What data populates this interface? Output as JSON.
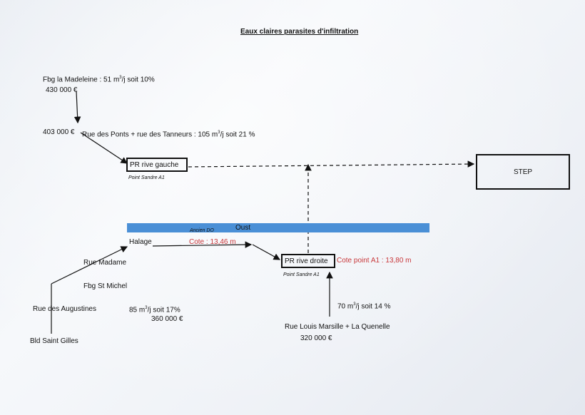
{
  "title": "Eaux claires parasites d'infiltration",
  "left_branch": {
    "source1_label": "Fbg la Madeleine : 51 m",
    "source1_sup": "3",
    "source1_rest": "/j soit 10%",
    "source1_cost": "430 000 €",
    "source2_cost": "403 000 €",
    "source2_label": "Rue des Ponts + rue des Tanneurs : 105 m",
    "source2_sup": "3",
    "source2_rest": "/j soit 21 %"
  },
  "pr_gauche": {
    "label": "PR rive gauche",
    "sub": "Point Sandre A1"
  },
  "step": {
    "label": "STEP"
  },
  "river": {
    "ancien": "Ancien DO",
    "name": "Oust"
  },
  "halage": {
    "label": "Halage",
    "cote": "Cote : 13,46 m"
  },
  "pr_droite": {
    "label": "PR rive droite",
    "sub": "Point Sandre A1",
    "cote": "Cote point A1 : 13,80 m"
  },
  "lower_left": {
    "rue_madame": "Rue Madame",
    "fbg_st_michel": "Fbg St Michel",
    "augustines": "Rue des Augustines",
    "bld": "Bld Saint Gilles",
    "flow_label": "85 m",
    "flow_sup": "3",
    "flow_rest": "/j soit 17%",
    "cost": "360 000 €"
  },
  "lower_right": {
    "flow_label": "70 m",
    "flow_sup": "3",
    "flow_rest": "/j soit 14 %",
    "street": "Rue Louis Marsille + La Quenelle",
    "cost": "320 000 €"
  },
  "colors": {
    "river": "#4a8fd6",
    "cote": "#c8373a"
  }
}
